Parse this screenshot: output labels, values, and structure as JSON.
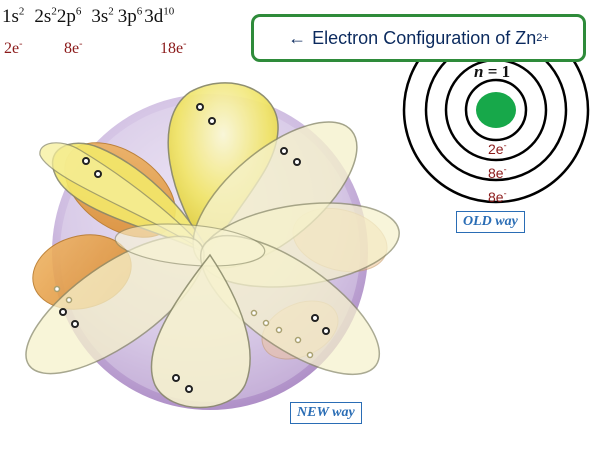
{
  "configuration": {
    "orbitals": [
      {
        "orbital": "1s",
        "electrons": "2"
      },
      {
        "orbital": "2s",
        "electrons": "2"
      },
      {
        "orbital": "2p",
        "electrons": "6"
      },
      {
        "orbital": "3s",
        "electrons": "2"
      },
      {
        "orbital": "3p",
        "electrons": "6"
      },
      {
        "orbital": "3d",
        "electrons": "10"
      }
    ],
    "shell_counts": [
      {
        "value": "2e",
        "sup": "-"
      },
      {
        "value": "8e",
        "sup": "-"
      },
      {
        "value": "18e",
        "sup": "-"
      }
    ]
  },
  "title": {
    "arrow": "←",
    "text": "Electron Configuration of Zn",
    "sup": "2+"
  },
  "bohr_model": {
    "n_label": "n = 1",
    "n_var": "n",
    "n_value": "= 1",
    "shell_counts": [
      {
        "value": "2e",
        "sup": "-"
      },
      {
        "value": "8e",
        "sup": "-"
      },
      {
        "value": "8e",
        "sup": "-"
      }
    ],
    "label": "OLD way"
  },
  "orbital_model": {
    "label": "NEW way"
  },
  "colors": {
    "nucleus": "#17a84a",
    "title_border": "#2e8b3a",
    "title_text": "#0b2a5e",
    "count_text": "#8b1a1a",
    "tag_text": "#2a6db5",
    "s_orbital": "#9a72b8",
    "p_orbital": "#e0963a",
    "d_orbital_fill": "#f3f0c0",
    "d_orbital_bright": "#ede24a"
  }
}
